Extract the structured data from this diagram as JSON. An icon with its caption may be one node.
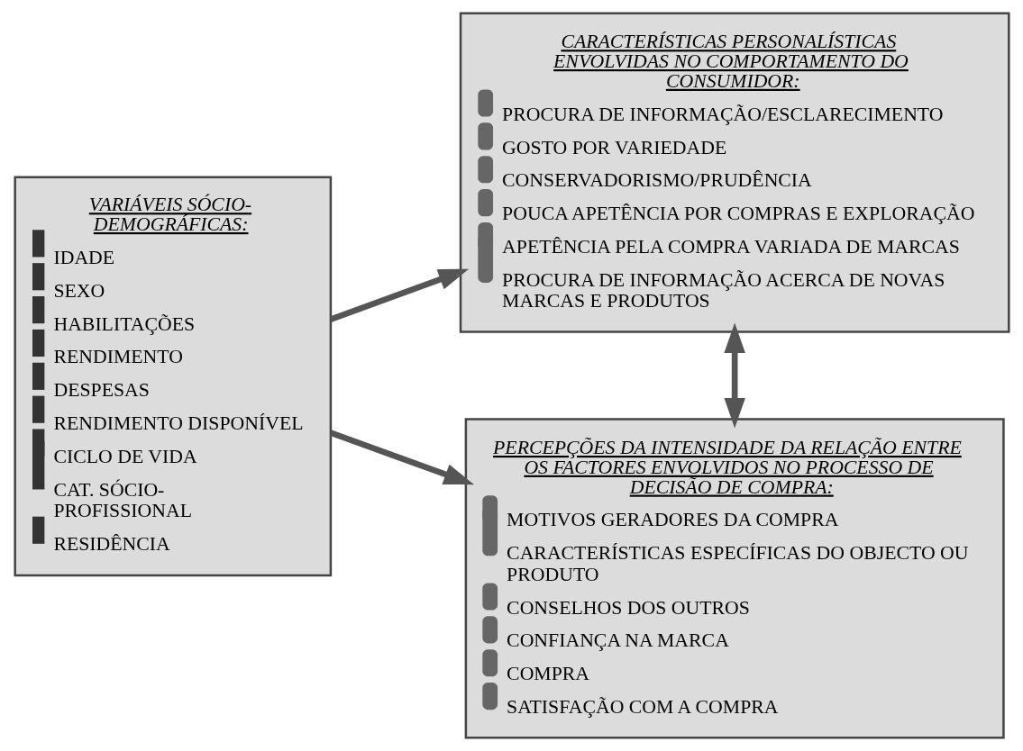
{
  "diagram": {
    "nodes": [
      {
        "text": [
          "VARIÁVEIS SÓCIO-DEMOGRÁFICAS:",
          "IDADE",
          "SEXO",
          "HABILITAÇÕES",
          "RENDIMENTO",
          "DESPESAS",
          "RENDIMENTO DISPONÍVEL",
          "CICLO DE VIDA",
          "CAT. SÓCIO-PROFISSIONAL",
          "RESIDÊNCIA"
        ]
      },
      {
        "text": [
          "CARACTERÍSTICAS PERSONALÍSTICAS ENVOLVIDAS NO COMPORTAMENTO DO CONSUMIDOR:",
          "PROCURA DE INFORMAÇÃO/ESCLARECIMENTO",
          "GOSTO POR VARIEDADE",
          "CONSERVADORISMO/PRUDÊNCIA",
          "POUCA APETÊNCIA POR COMPRAS E EXPLORAÇÃO",
          "APETÊNCIA PELA COMPRA VARIADA DE MARCAS",
          "PROCURA DE INFORMAÇÃO ACERCA DE NOVAS MARCAS E PRODUTOS"
        ]
      },
      {
        "text": [
          "PERCEPÇÕES DA INTENSIDADE DA RELAÇÃO ENTRE OS FACTORES ENVOLVIDOS NO PROCESSO DE DECISÃO DE COMPRA:",
          "MOTIVOS GERADORES DA COMPRA",
          "CARACTERÍSTICAS ESPECÍFICAS DO OBJECTO OU PRODUTO",
          "CONSELHOS DOS OUTROS",
          "CONFIANÇA NA MARCA",
          "COMPRA",
          "SATISFAÇÃO COM A COMPRA"
        ]
      }
    ],
    "edges": [
      {
        "from": 0,
        "to": 1,
        "arrow": "to"
      },
      {
        "from": 0,
        "to": 2,
        "arrow": "to"
      },
      {
        "from": 1,
        "to": 2,
        "arrow": "both"
      }
    ]
  }
}
